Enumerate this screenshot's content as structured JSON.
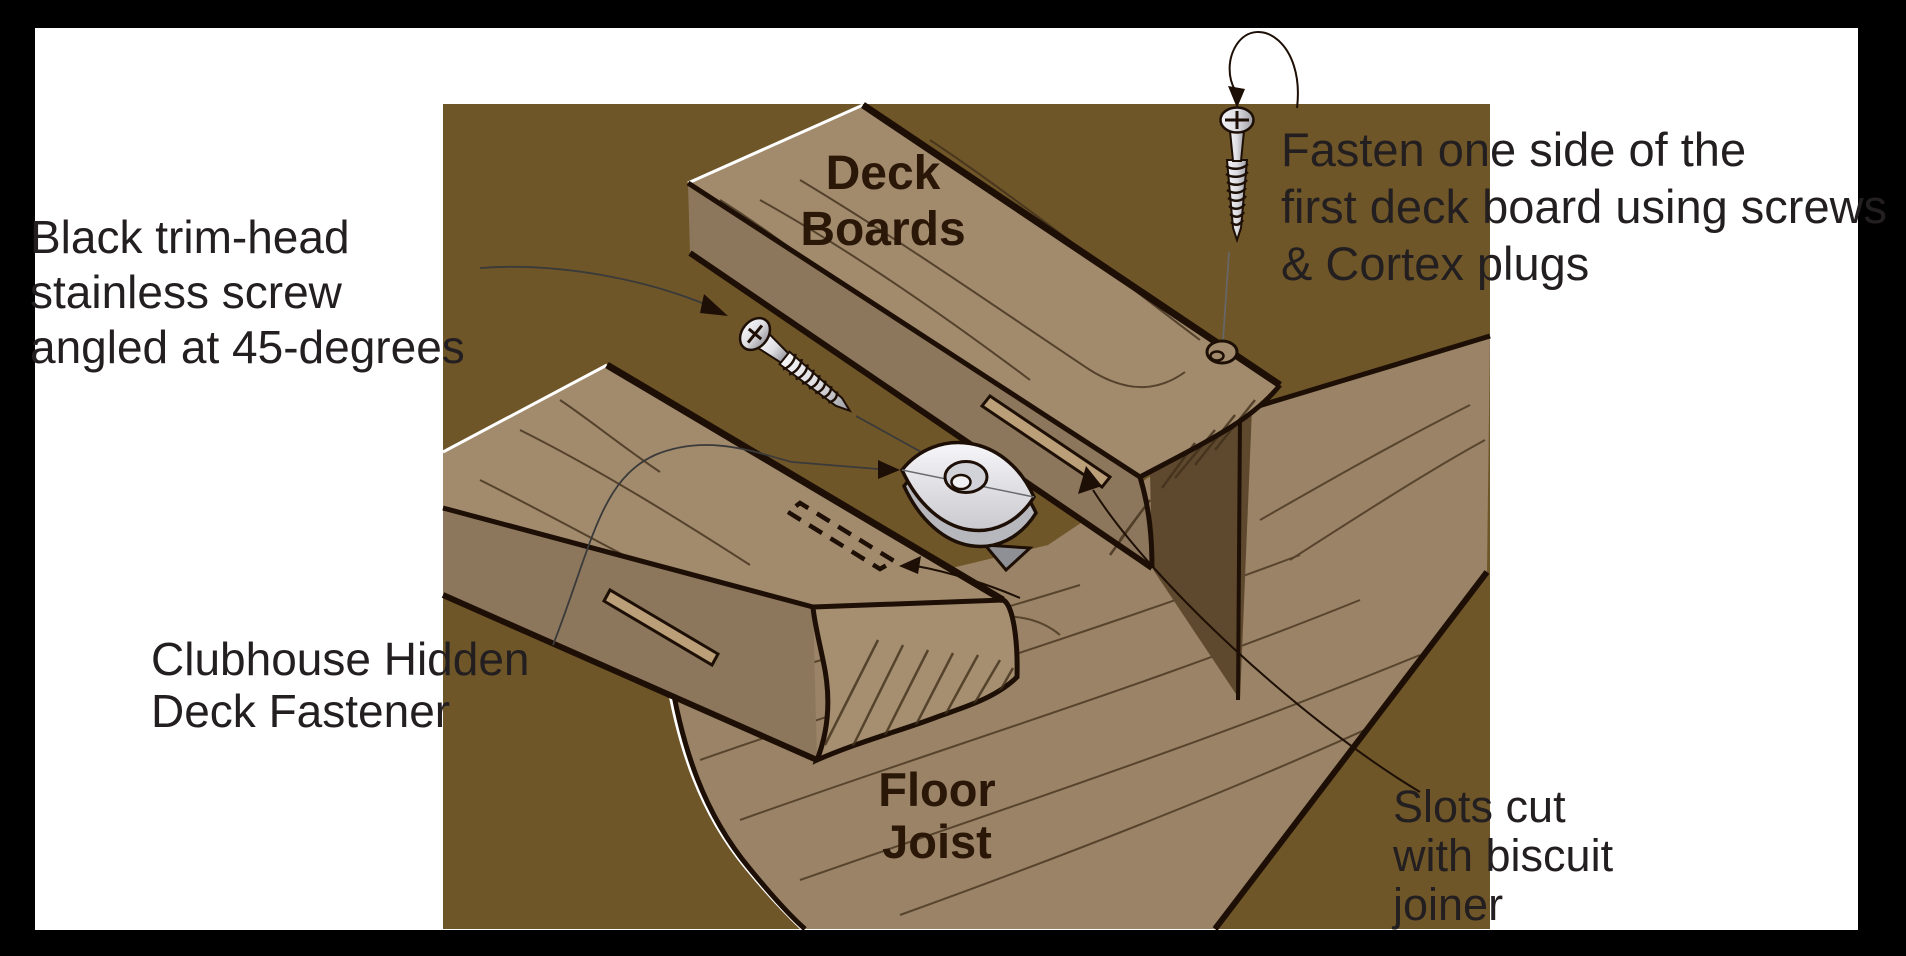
{
  "labels": {
    "black_trim": "Black trim-head\nstainless screw\nangled at 45-degrees",
    "fasten": "Fasten one side of the\nfirst deck board using screws\n& Cortex plugs",
    "clubhouse": "Clubhouse Hidden\nDeck Fastener",
    "slots": "Slots cut\nwith biscuit\njoiner",
    "deck_boards": "Deck\nBoards",
    "floor_joist": "Floor\nJoist"
  },
  "illustration": {
    "parts": [
      "deck-boards",
      "floor-joist",
      "hidden-deck-fastener",
      "trim-head-screw-angled-45",
      "vertical-deck-screw",
      "rotation-arrow",
      "cortex-plug-hole",
      "biscuit-slot-left-board",
      "biscuit-slot-right-board",
      "dashed-hidden-slot",
      "leader-arrows"
    ]
  },
  "colors": {
    "frame": "#000000",
    "white": "#FFFFFF",
    "panel": "#6F5628",
    "panel_shadow": "#5E492E",
    "board_top": "#A28B6D",
    "board_side": "#8D775C",
    "board_end": "#A68F70",
    "slot_fill": "#BB9F79",
    "joist": "#9A8366",
    "grain": "#42301C",
    "outline": "#1D0F05",
    "metal_light": "#EFEFF3",
    "metal_mid": "#D2D3D8",
    "metal_dark": "#8F9096",
    "leader": "#3A3A3A",
    "text": "#231F20",
    "label_dark": "#2B1708"
  }
}
